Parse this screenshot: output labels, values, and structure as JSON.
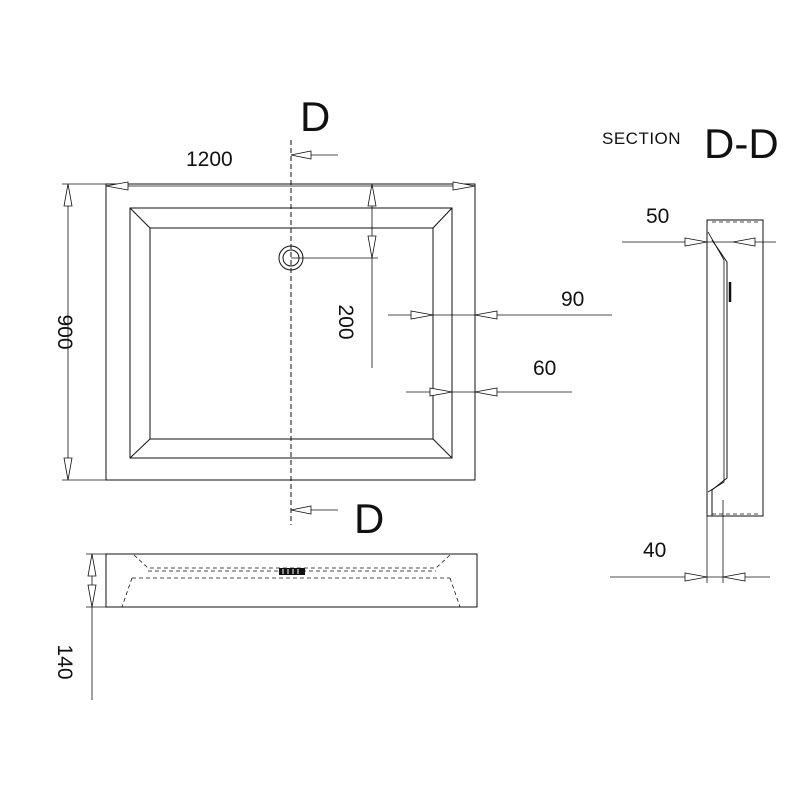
{
  "section_marks": {
    "top": "D",
    "bottom": "D"
  },
  "section_view": {
    "caption": "SECTION",
    "name": "D-D"
  },
  "dimensions": {
    "width": "1200",
    "depth": "900",
    "waste_offset": "200",
    "rim_outer": "90",
    "rim_inner": "60",
    "section_top_rim": "50",
    "section_bottom_rim": "40",
    "height": "140"
  }
}
